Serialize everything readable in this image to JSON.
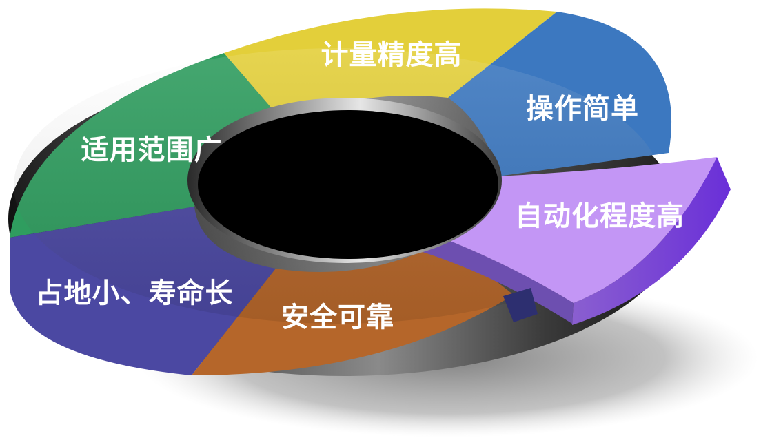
{
  "diagram": {
    "segments": [
      {
        "id": "accuracy",
        "label": "计量精度高",
        "color": "#e3cf3a"
      },
      {
        "id": "easy",
        "label": "操作简单",
        "color": "#3c78c0"
      },
      {
        "id": "automation",
        "label": "自动化程度高",
        "color": "#c396f5"
      },
      {
        "id": "safe",
        "label": "安全可靠",
        "color": "#b5662a"
      },
      {
        "id": "compact",
        "label": "占地小、寿命长",
        "color": "#4b48a2"
      },
      {
        "id": "versatile",
        "label": "适用范围广",
        "color": "#2f9d5f"
      }
    ]
  }
}
